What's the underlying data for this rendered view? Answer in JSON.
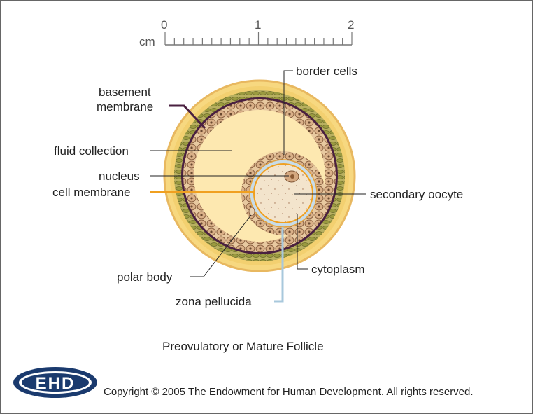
{
  "scale": {
    "unit": "cm",
    "ticks": [
      "0",
      "1",
      "2"
    ]
  },
  "labels": {
    "border_cells": "border cells",
    "basement_membrane_1": "basement",
    "basement_membrane_2": "membrane",
    "fluid_collection": "fluid collection",
    "nucleus": "nucleus",
    "cell_membrane": "cell membrane",
    "secondary_oocyte": "secondary oocyte",
    "polar_body": "polar body",
    "cytoplasm": "cytoplasm",
    "zona_pellucida": "zona pellucida"
  },
  "caption": "Preovulatory or Mature Follicle",
  "logo": {
    "text": "EHD"
  },
  "copyright": "Copyright © 2005 The Endowment for Human Development. All rights reserved.",
  "colors": {
    "cell_membrane_line": "#f0a020",
    "zona_pellucida_line": "#a8c8dc",
    "basement_membrane_line": "#4a2040",
    "logo_blue": "#1a3a6e"
  }
}
